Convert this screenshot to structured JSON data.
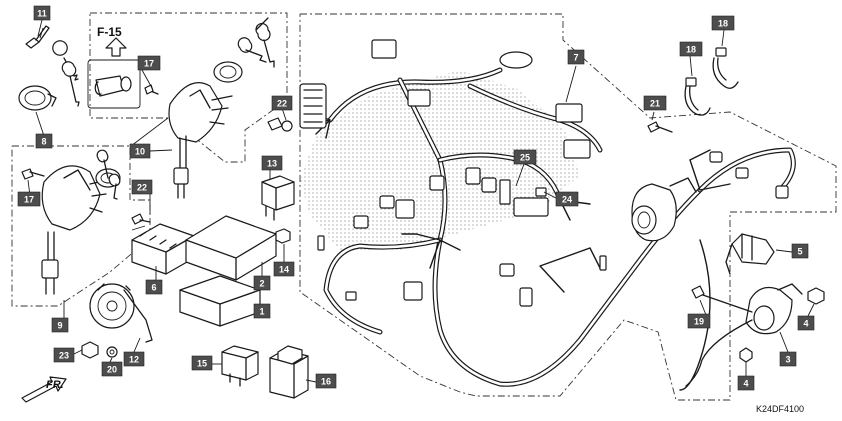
{
  "diagram": {
    "section_ref": "F-15",
    "direction_label": "FR.",
    "drawing_code": "K24DF4100",
    "callouts": [
      {
        "id": "c11",
        "label": "11"
      },
      {
        "id": "c8",
        "label": "8"
      },
      {
        "id": "c17a",
        "label": "17"
      },
      {
        "id": "c10",
        "label": "10"
      },
      {
        "id": "c22a",
        "label": "22"
      },
      {
        "id": "c17b",
        "label": "17"
      },
      {
        "id": "c22b",
        "label": "22"
      },
      {
        "id": "c9",
        "label": "9"
      },
      {
        "id": "c6",
        "label": "6"
      },
      {
        "id": "c13",
        "label": "13"
      },
      {
        "id": "c2",
        "label": "2"
      },
      {
        "id": "c14",
        "label": "14"
      },
      {
        "id": "c1",
        "label": "1"
      },
      {
        "id": "c23",
        "label": "23"
      },
      {
        "id": "c20",
        "label": "20"
      },
      {
        "id": "c12",
        "label": "12"
      },
      {
        "id": "c15",
        "label": "15"
      },
      {
        "id": "c16",
        "label": "16"
      },
      {
        "id": "c7",
        "label": "7"
      },
      {
        "id": "c25",
        "label": "25"
      },
      {
        "id": "c24",
        "label": "24"
      },
      {
        "id": "c18a",
        "label": "18"
      },
      {
        "id": "c18b",
        "label": "18"
      },
      {
        "id": "c21",
        "label": "21"
      },
      {
        "id": "c5",
        "label": "5"
      },
      {
        "id": "c19",
        "label": "19"
      },
      {
        "id": "c4a",
        "label": "4"
      },
      {
        "id": "c3",
        "label": "3"
      },
      {
        "id": "c4b",
        "label": "4"
      }
    ]
  }
}
